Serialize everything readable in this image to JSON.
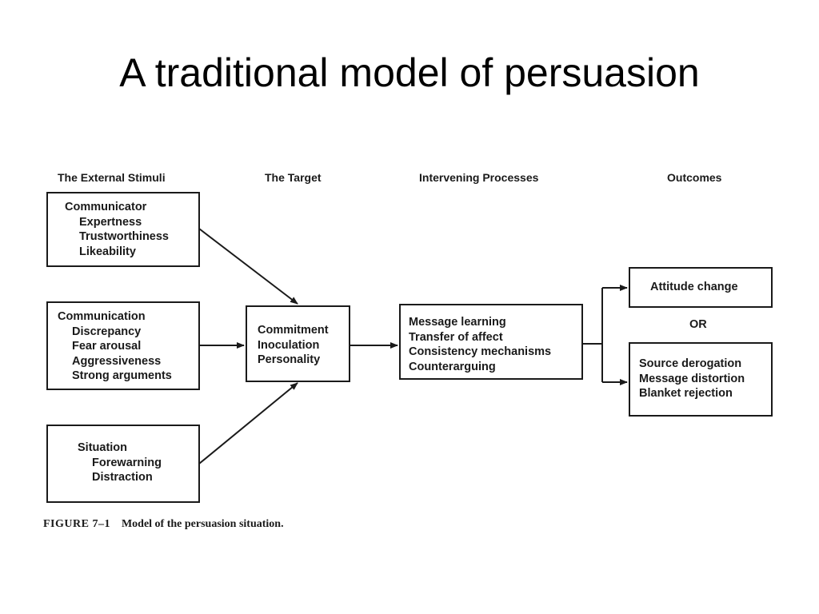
{
  "title": "A traditional model of persuasion",
  "columns": {
    "stimuli": "The External Stimuli",
    "target": "The Target",
    "processes": "Intervening Processes",
    "outcomes": "Outcomes"
  },
  "stimuli": {
    "communicator": {
      "heading": "Communicator",
      "items": [
        "Expertness",
        "Trustworthiness",
        "Likeability"
      ]
    },
    "communication": {
      "heading": "Communication",
      "items": [
        "Discrepancy",
        "Fear arousal",
        "Aggressiveness",
        "Strong arguments"
      ]
    },
    "situation": {
      "heading": "Situation",
      "items": [
        "Forewarning",
        "Distraction"
      ]
    }
  },
  "target": {
    "items": [
      "Commitment",
      "Inoculation",
      "Personality"
    ]
  },
  "processes": {
    "items": [
      "Message learning",
      "Transfer of affect",
      "Consistency mechanisms",
      "Counterarguing"
    ]
  },
  "outcomes": {
    "attitude": "Attitude change",
    "or_label": "OR",
    "resistance": [
      "Source derogation",
      "Message distortion",
      "Blanket rejection"
    ]
  },
  "caption": {
    "figure": "FIGURE 7–1",
    "text": "Model of the persuasion situation."
  }
}
